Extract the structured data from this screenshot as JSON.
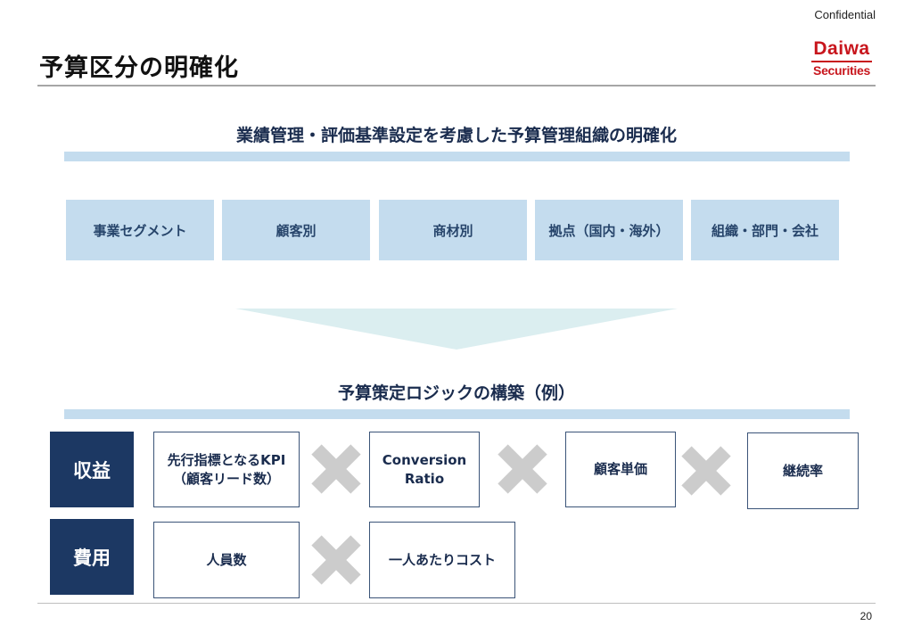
{
  "header": {
    "confidential": "Confidential",
    "title": "予算区分の明確化",
    "logo_line1": "Daiwa",
    "logo_line2": "Securities"
  },
  "section1": {
    "title": "業績管理・評価基準設定を考慮した予算管理組織の明確化",
    "segments": [
      "事業セグメント",
      "顧客別",
      "商材別",
      "拠点（国内・海外）",
      "組織・部門・会社"
    ]
  },
  "section2": {
    "title": "予算策定ロジックの構築（例）",
    "revenue": {
      "label": "収益",
      "items": [
        "先行指標となるKPI\n（顧客リード数）",
        "Conversion\nRatio",
        "顧客単価",
        "継続率"
      ]
    },
    "cost": {
      "label": "費用",
      "items": [
        "人員数",
        "一人あたりコスト"
      ]
    }
  },
  "footer": {
    "page_number": "20"
  },
  "colors": {
    "navy": "#1c3863",
    "light_blue": "#c4dcee",
    "logo_red": "#c8161d",
    "x_gray": "#cccccc"
  }
}
